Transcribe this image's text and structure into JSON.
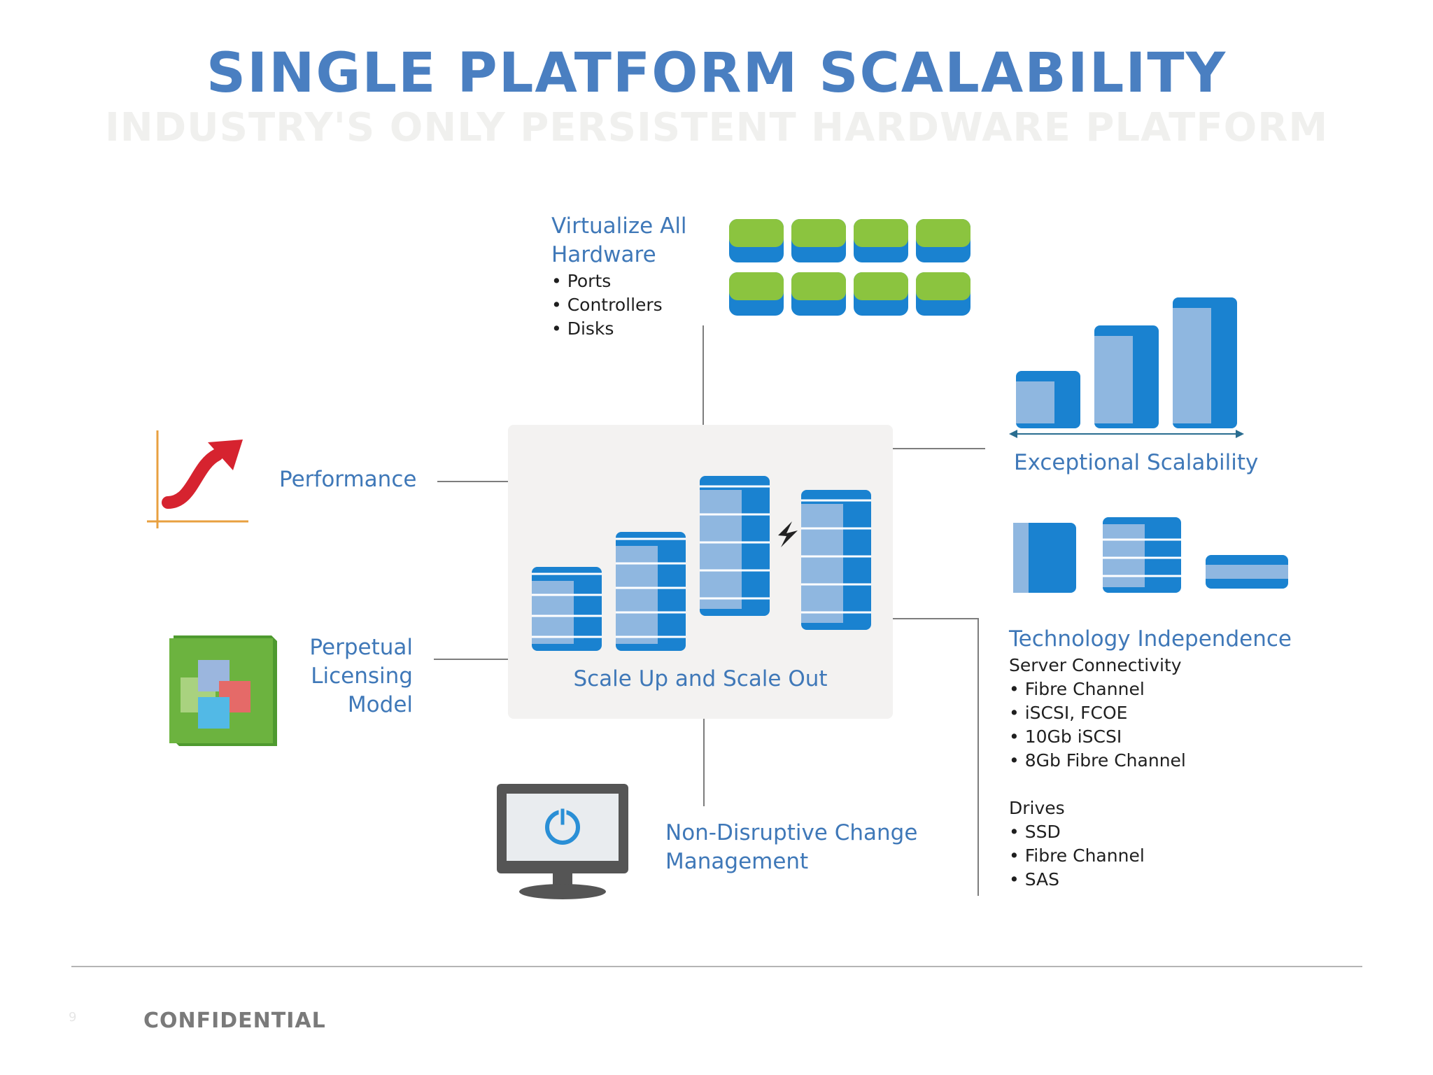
{
  "title": "Single Platform Scalability",
  "subtitle": "Industry's Only Persistent Hardware Platform",
  "virtualize": {
    "heading_line1": "Virtualize All",
    "heading_line2": "Hardware",
    "items": [
      "Ports",
      "Controllers",
      "Disks"
    ]
  },
  "performance_label": "Performance",
  "licensing": {
    "line1": "Perpetual",
    "line2": "Licensing",
    "line3": "Model"
  },
  "center_label": "Scale Up and Scale Out",
  "scalability_label": "Exceptional Scalability",
  "non_disruptive": {
    "line1": "Non-Disruptive Change",
    "line2": "Management"
  },
  "tech_independence": {
    "heading": "Technology Independence",
    "server_heading": "Server Connectivity",
    "server_items": [
      "Fibre Channel",
      "iSCSI, FCOE",
      "10Gb iSCSI",
      "8Gb Fibre Channel"
    ],
    "drives_heading": "Drives",
    "drive_items": [
      "SSD",
      "Fibre Channel",
      "SAS"
    ]
  },
  "footer": {
    "confidential": "Confidential",
    "page_number": "9"
  },
  "colors": {
    "accent_blue": "#3f78b8",
    "title_blue": "#4a7fc1",
    "server_blue": "#1a82d0",
    "disk_green": "#8bc43f",
    "arrow_red": "#d6232f",
    "cube_green": "#6cb33f"
  }
}
